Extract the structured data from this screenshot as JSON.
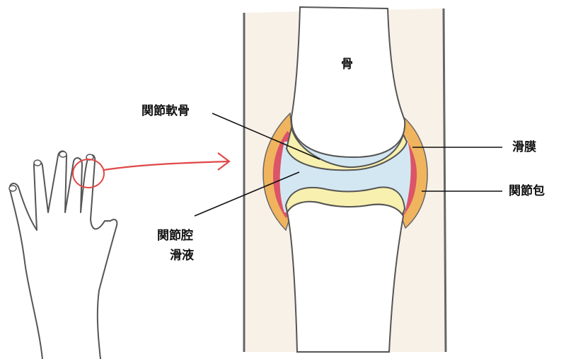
{
  "labels": {
    "bone": "骨",
    "articular_cartilage": "関節軟骨",
    "synovial_membrane": "滑膜",
    "joint_capsule": "関節包",
    "joint_cavity": "関節腔",
    "synovial_fluid": "滑液"
  },
  "colors": {
    "skin": "#f8f1e8",
    "capsule": "#f0b45e",
    "synovium": "#dc5468",
    "cartilage": "#f8f0ae",
    "cavity": "#d3e7f2",
    "arrow": "#e04848",
    "outline": "#555555"
  }
}
